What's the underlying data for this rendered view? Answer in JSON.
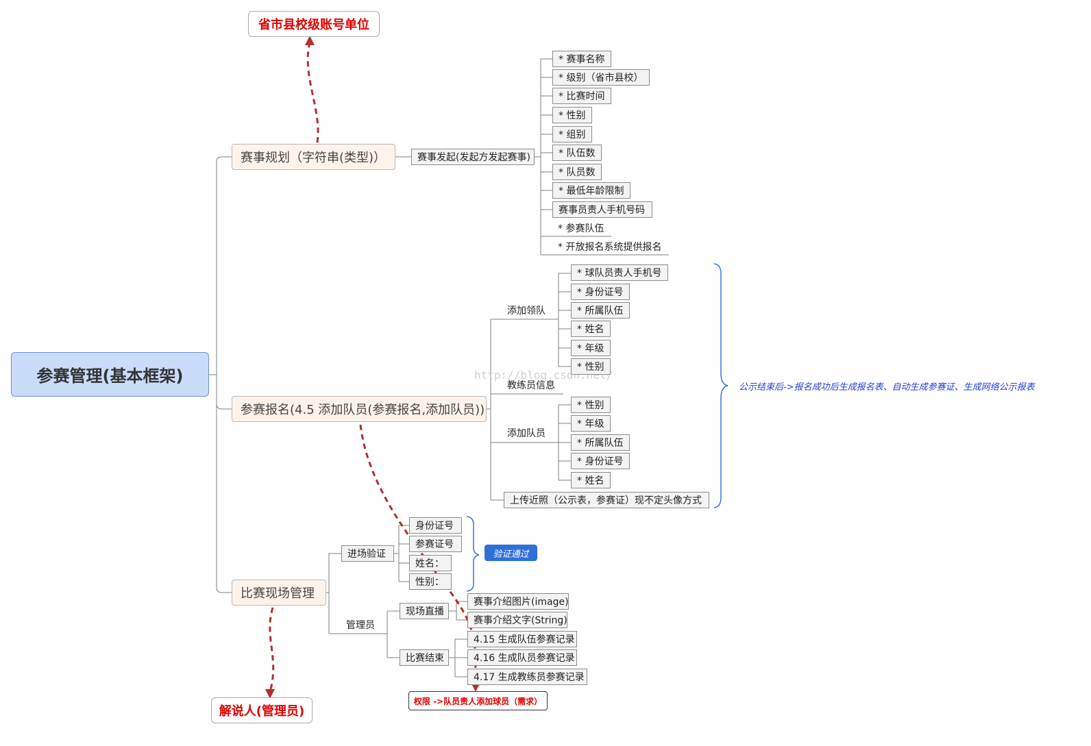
{
  "root": "参赛管理(基本框架)",
  "planning": {
    "label": "赛事规划（字符串(类型)）",
    "launch": "赛事发起(发起方发起赛事)",
    "fields": [
      "* 赛事名称",
      "* 级别（省市县校）",
      "* 比赛时间",
      "* 性别",
      "* 组别",
      "* 队伍数",
      "* 队员数",
      "* 最低年龄限制",
      "赛事员责人手机号码",
      "* 参赛队伍",
      "* 开放报名系统提供报名"
    ]
  },
  "registration": {
    "label": "参赛报名(4.5 添加队员(参赛报名,添加队员))",
    "add_leader": "添加领队",
    "leader_fields": [
      "* 球队员责人手机号",
      "* 身份证号",
      "* 所属队伍",
      "* 姓名",
      "* 年级",
      "* 性别"
    ],
    "coach_info": "教练员信息",
    "add_member": "添加队员",
    "member_fields": [
      "* 性别",
      "* 年级",
      "* 所属队伍",
      "* 身份证号",
      "* 姓名"
    ],
    "upload_photo": "上传近照（公示表，参赛证）现不定头像方式",
    "note": "公示结束后->报名成功后生成报名表、自动生成参赛证、生成网络公示报表"
  },
  "onsite": {
    "label": "比赛现场管理",
    "entry_check": "进场验证",
    "entry_fields": [
      "身份证号",
      "参赛证号",
      "姓名：",
      "性别："
    ],
    "verified": "验证通过",
    "admin": "管理员",
    "live": "现场直播",
    "live_items": [
      "赛事介绍图片(image)",
      "赛事介绍文字(String)"
    ],
    "match_end": "比赛结束",
    "end_items": [
      "4.15 生成队伍参赛记录",
      "4.16 生成队员参赛记录",
      "4.17 生成教练员参赛记录"
    ]
  },
  "annotations": {
    "account_units": "省市县校级账号单位",
    "commentator": "解说人(管理员)",
    "permission": "权限 ->队员责人添加球员（需求）"
  },
  "watermark": "http://blog.csdn.net/",
  "colors": {
    "root_fill": "#c9dcf9",
    "main_fill": "#fdf3ea",
    "red": "#e00000",
    "arrow": "#b03030",
    "brace": "#3b6fd8",
    "pill": "#2f6fd8"
  }
}
